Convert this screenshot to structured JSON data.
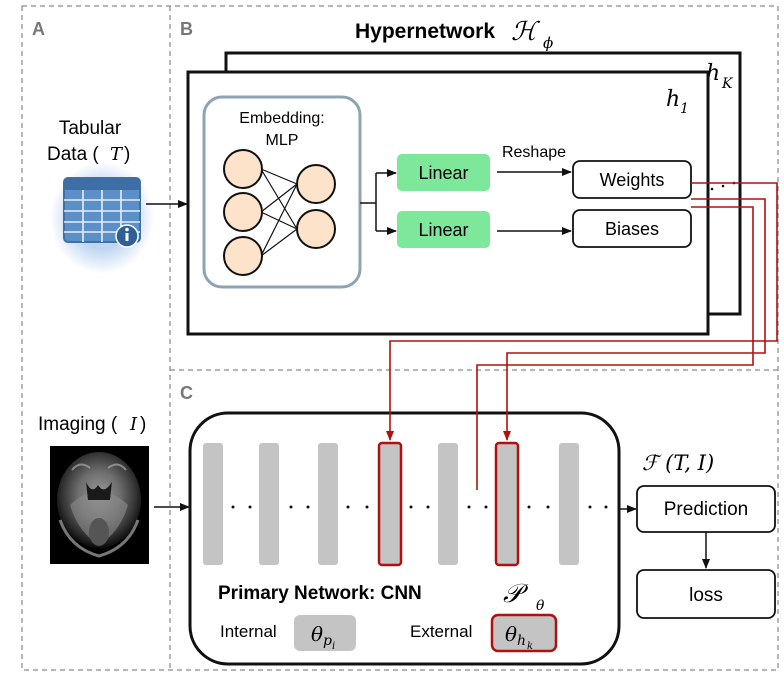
{
  "panels": {
    "a": {
      "label": "A"
    },
    "b": {
      "label": "B"
    },
    "c": {
      "label": "C"
    }
  },
  "hypernetwork": {
    "title": "Hypernetwork",
    "symbol": "ℋ",
    "symbol_sub": "ϕ",
    "front_label": "h",
    "front_sub": "1",
    "back_label": "h",
    "back_sub": "K",
    "embedding_line1": "Embedding:",
    "embedding_line2": "MLP",
    "linear_top": "Linear",
    "linear_bottom": "Linear",
    "reshape": "Reshape",
    "weights": "Weights",
    "biases": "Biases"
  },
  "inputs": {
    "tabular_line1": "Tabular",
    "tabular_line2": "Data (",
    "tabular_var": "T",
    "tabular_close": ")",
    "imaging_text": "Imaging (",
    "imaging_var": "I",
    "imaging_close": ")"
  },
  "primary": {
    "title": "Primary Network: CNN",
    "symbol": "𝒫",
    "symbol_sub": "θ",
    "internal_label": "Internal",
    "internal_theta": "θ",
    "internal_sub": "p",
    "internal_subsub": "i",
    "external_label": "External",
    "external_theta": "θ",
    "external_sub": "h",
    "external_subsub": "k"
  },
  "output": {
    "function_label": "ℱ (T, I)",
    "prediction": "Prediction",
    "loss": "loss"
  },
  "colors": {
    "linear_fill": "#7ee89a",
    "neuron_fill": "#fde3c9",
    "layer_gray": "#c4c4c4",
    "external_red": "#b01010",
    "panel_dash": "#8a8a8a"
  },
  "icons": {
    "tabular": "table-icon",
    "brain": "brain-mri-image"
  }
}
